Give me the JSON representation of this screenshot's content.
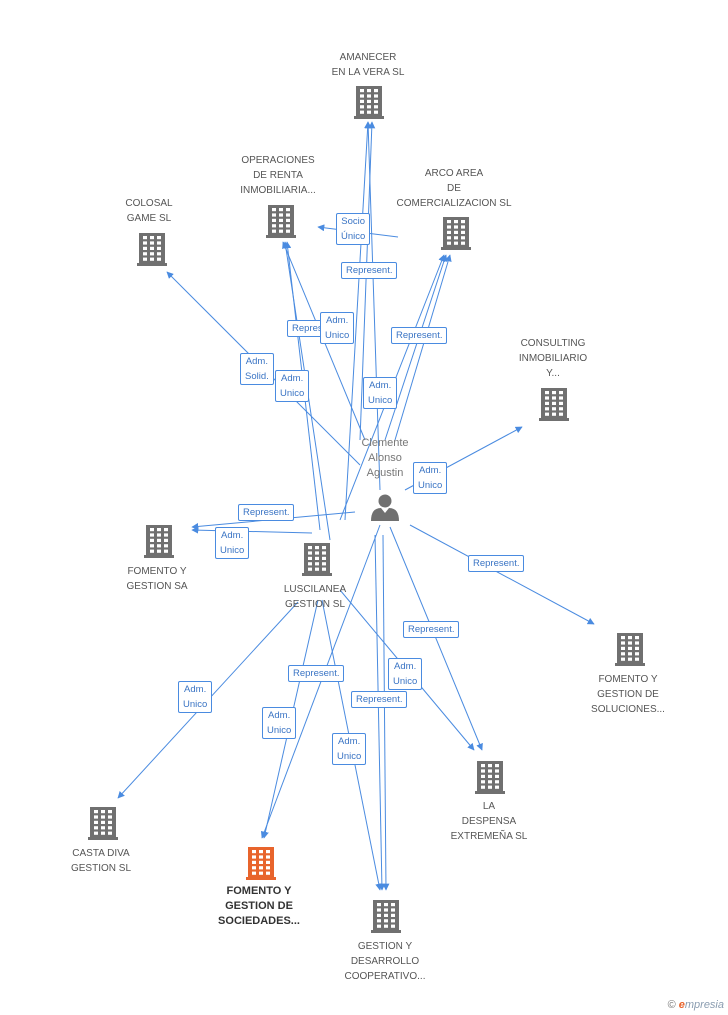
{
  "colors": {
    "edge": "#4a8be0",
    "building": "#707070",
    "focus": "#e8642c",
    "person": "#707070"
  },
  "person": {
    "name": "Clemente\nAlonso\nAgustin",
    "icon": "person-icon"
  },
  "companies": [
    {
      "id": "amanecer",
      "name": "AMANECER\nEN LA VERA  SL",
      "icon": "building-icon"
    },
    {
      "id": "operaciones",
      "name": "OPERACIONES\nDE RENTA\nINMOBILIARIA...",
      "icon": "building-icon"
    },
    {
      "id": "arco",
      "name": "ARCO AREA\nDE\nCOMERCIALIZACION SL",
      "icon": "building-icon"
    },
    {
      "id": "colosal",
      "name": "COLOSAL\nGAME  SL",
      "icon": "building-icon"
    },
    {
      "id": "consulting",
      "name": "CONSULTING\nINMOBILIARIO\nY...",
      "icon": "building-icon"
    },
    {
      "id": "fomento_sa",
      "name": "FOMENTO Y\nGESTION SA",
      "icon": "building-icon"
    },
    {
      "id": "luscilanea",
      "name": "LUSCILANEA\nGESTION  SL",
      "icon": "building-icon"
    },
    {
      "id": "fomento_soluciones",
      "name": "FOMENTO Y\nGESTION DE\nSOLUCIONES...",
      "icon": "building-icon"
    },
    {
      "id": "despensa",
      "name": "LA\nDESPENSA\nEXTREMEÑA SL",
      "icon": "building-icon"
    },
    {
      "id": "casta",
      "name": "CASTA DIVA\nGESTION SL",
      "icon": "building-icon"
    },
    {
      "id": "fomento_sociedades",
      "name": "FOMENTO Y\nGESTION DE\nSOCIEDADES...",
      "icon": "building-icon",
      "focus": true
    },
    {
      "id": "gestion_desarrollo",
      "name": "GESTION Y\nDESARROLLO\nCOOPERATIVO...",
      "icon": "building-icon"
    }
  ],
  "edge_labels": [
    {
      "id": "socio_unico",
      "text": "Socio\nÚnico"
    },
    {
      "id": "represent_amanecer",
      "text": "Represent."
    },
    {
      "id": "represent_operaciones",
      "text": "Represent."
    },
    {
      "id": "adm_unico_operaciones",
      "text": "Adm.\nUnico"
    },
    {
      "id": "represent_arco",
      "text": "Represent."
    },
    {
      "id": "adm_solid",
      "text": "Adm.\nSolid."
    },
    {
      "id": "adm_unico_colosal",
      "text": "Adm.\nUnico"
    },
    {
      "id": "adm_unico_arco",
      "text": "Adm.\nUnico"
    },
    {
      "id": "adm_unico_consulting",
      "text": "Adm.\nUnico"
    },
    {
      "id": "represent_fomento_sa",
      "text": "Represent."
    },
    {
      "id": "adm_unico_fomento_sa",
      "text": "Adm.\nUnico"
    },
    {
      "id": "represent_soluciones",
      "text": "Represent."
    },
    {
      "id": "represent_despensa",
      "text": "Represent."
    },
    {
      "id": "adm_unico_despensa",
      "text": "Adm.\nUnico"
    },
    {
      "id": "represent_sociedades",
      "text": "Represent."
    },
    {
      "id": "represent_gestion_desarrollo",
      "text": "Represent."
    },
    {
      "id": "adm_unico_casta",
      "text": "Adm.\nUnico"
    },
    {
      "id": "adm_unico_sociedades",
      "text": "Adm.\nUnico"
    },
    {
      "id": "adm_unico_gestion_desarrollo",
      "text": "Adm.\nUnico"
    }
  ],
  "footer": {
    "copyright": "©",
    "brand_e": "e",
    "brand_rest": "mpresia"
  }
}
